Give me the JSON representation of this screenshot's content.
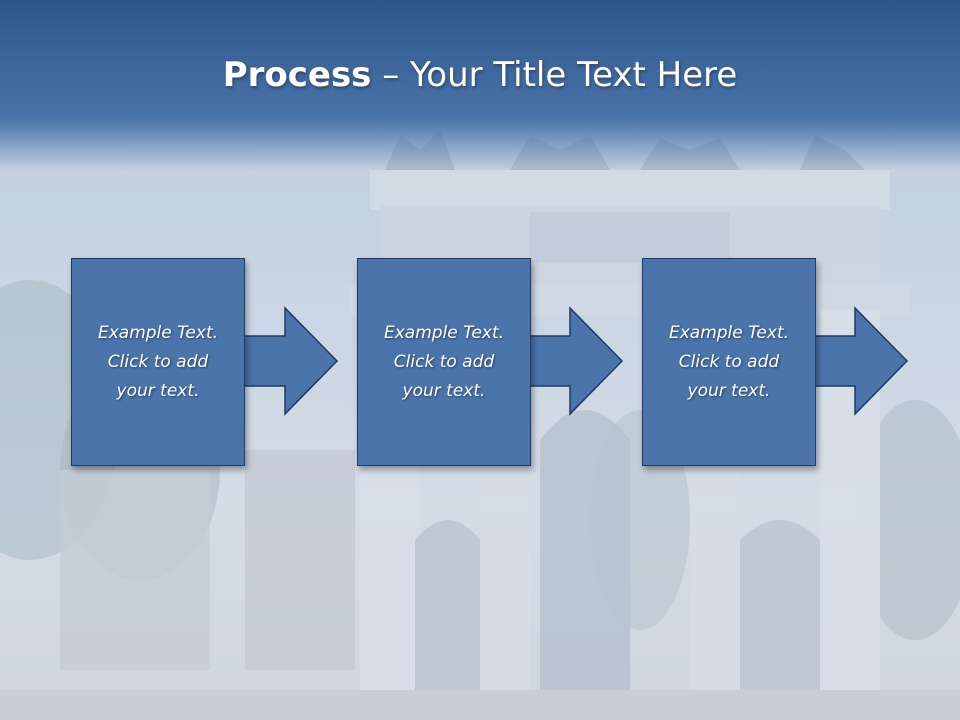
{
  "slide": {
    "title_bold": "Process",
    "title_rest": " – Your Title Text Here"
  },
  "steps": [
    {
      "text": "Example Text.\nClick  to add\nyour text."
    },
    {
      "text": "Example Text.\nClick  to add\nyour text."
    },
    {
      "text": "Example Text.\nClick  to add\nyour text."
    }
  ],
  "colors": {
    "title_band": "#3c659b",
    "box_fill": "#4a74aa",
    "box_border": "#1d3b66",
    "text": "#ffffff"
  },
  "background": {
    "image": "arch-monument-photo"
  }
}
